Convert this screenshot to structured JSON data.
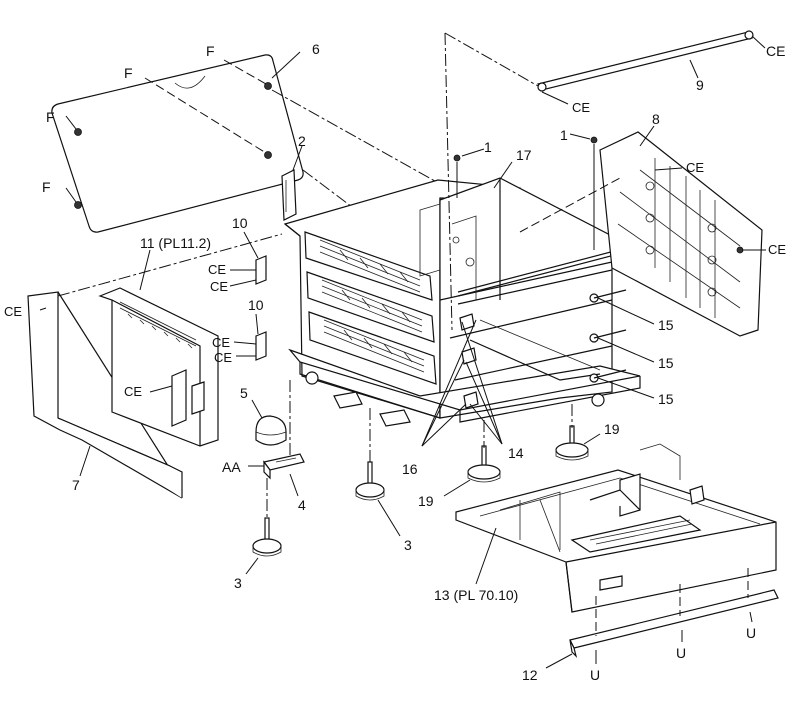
{
  "labels": {
    "p1a": "1",
    "p1b": "1",
    "p2": "2",
    "p3a": "3",
    "p3b": "3",
    "p4": "4",
    "p5": "5",
    "p6": "6",
    "p7": "7",
    "p8": "8",
    "p9": "9",
    "p10a": "10",
    "p10b": "10",
    "p11": "11 (PL11.2)",
    "p12": "12",
    "p13": "13 (PL 70.10)",
    "p14": "14",
    "p15a": "15",
    "p15b": "15",
    "p15c": "15",
    "p16": "16",
    "p17": "17",
    "p19a": "19",
    "p19b": "19",
    "ce_top_right": "CE",
    "ce_rod_left": "CE",
    "ce_panel8_top": "CE",
    "ce_panel8_right": "CE",
    "ce_cover7_left": "CE",
    "ce_10a_1": "CE",
    "ce_10a_2": "CE",
    "ce_10b_1": "CE",
    "ce_10b_2": "CE",
    "ce_cover11": "CE",
    "f1": "F",
    "f2": "F",
    "f3": "F",
    "f4": "F",
    "aa": "AA",
    "u1": "U",
    "u2": "U",
    "u3": "U"
  }
}
